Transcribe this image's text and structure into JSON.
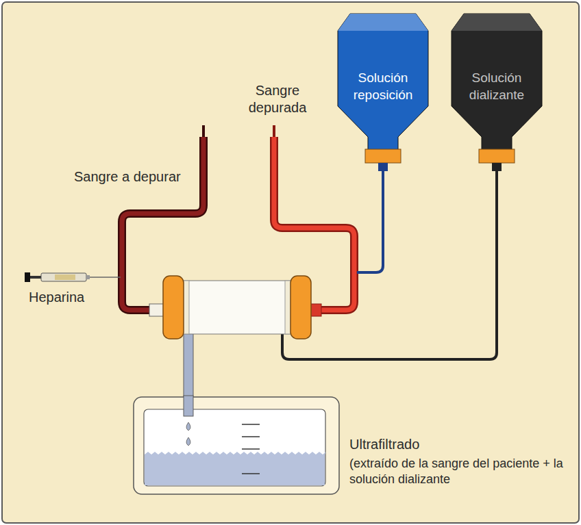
{
  "diagram": {
    "nodes": [
      {
        "text": [
          "Solución reposición"
        ]
      },
      {
        "text": [
          "Solución dializante"
        ]
      },
      {
        "text": [
          "Ultrafiltrado",
          "(extraído de la sangre del paciente + la solución dializante"
        ]
      }
    ],
    "labels": [
      "Sangre a depurar",
      "Sangre depurada",
      "Heparina"
    ]
  }
}
